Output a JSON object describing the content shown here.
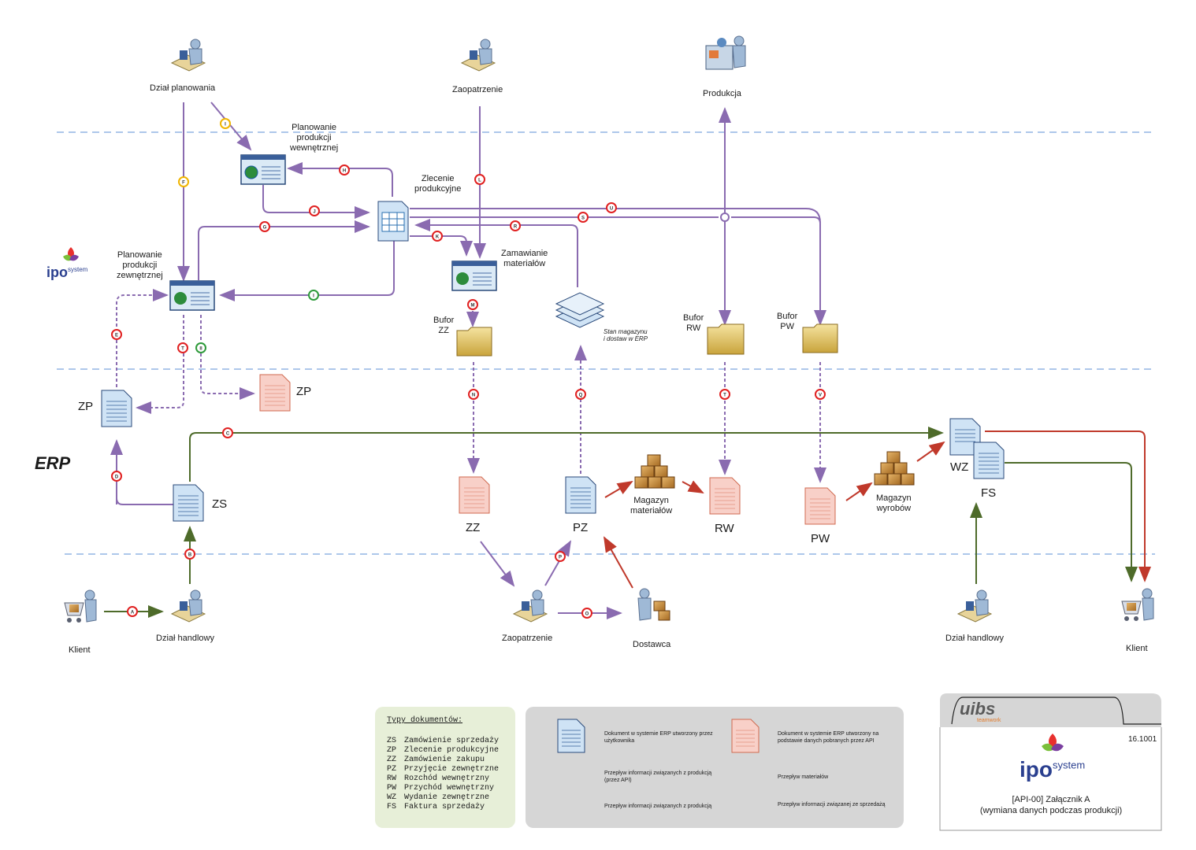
{
  "labels": {
    "dzial_planowania": "Dział planowania",
    "zaopatrzenie_top": "Zaopatrzenie",
    "produkcja": "Produkcja",
    "plan_wewn": [
      "Planowanie",
      "produkcji",
      "wewnętrznej"
    ],
    "plan_zewn": [
      "Planowanie",
      "produkcji",
      "zewnętrznej"
    ],
    "zlecenie": [
      "Zlecenie",
      "produkcyjne"
    ],
    "zamawianie": [
      "Zamawianie",
      "materiałów"
    ],
    "bufor_zz": [
      "Bufor",
      "ZZ"
    ],
    "bufor_rw": [
      "Bufor",
      "RW"
    ],
    "bufor_pw": [
      "Bufor",
      "PW"
    ],
    "stan_magazynu": [
      "Stan magazynu",
      "i dostaw w ERP"
    ],
    "erp": "ERP",
    "zp_left": "ZP",
    "zp_right": "ZP",
    "zs": "ZS",
    "zz": "ZZ",
    "pz": "PZ",
    "rw": "RW",
    "pw": "PW",
    "wz": "WZ",
    "fs": "FS",
    "magazyn_mat": [
      "Magazyn",
      "materiałów"
    ],
    "magazyn_wyr": [
      "Magazyn",
      "wyrobów"
    ],
    "klient_left": "Klient",
    "dzial_handlowy_left": "Dział handlowy",
    "zaopatrzenie_bottom": "Zaopatrzenie",
    "dostawca": "Dostawca",
    "dzial_handlowy_right": "Dział handlowy",
    "klient_right": "Klient",
    "iposystem": "ipo",
    "iposystem_sup": "system"
  },
  "markers": [
    "A",
    "B",
    "C",
    "D",
    "E",
    "F",
    "G",
    "H",
    "I",
    "J",
    "K",
    "L",
    "M",
    "N",
    "O",
    "P",
    "Q",
    "R",
    "S",
    "T",
    "T",
    "U",
    "V",
    "I",
    "II"
  ],
  "legend_types": {
    "title": "Typy dokumentów:",
    "rows": [
      {
        "code": "ZS",
        "name": "Zamówienie sprzedaży"
      },
      {
        "code": "ZP",
        "name": "Zlecenie produkcyjne"
      },
      {
        "code": "ZZ",
        "name": "Zamówienie zakupu"
      },
      {
        "code": "PZ",
        "name": "Przyjęcie zewnętrzne"
      },
      {
        "code": "RW",
        "name": "Rozchód wewnętrzny"
      },
      {
        "code": "PW",
        "name": "Przychód wewnętrzny"
      },
      {
        "code": "WZ",
        "name": "Wydanie zewnętrzne"
      },
      {
        "code": "FS",
        "name": "Faktura sprzedaży"
      }
    ]
  },
  "legend_main": {
    "doc_user": "Dokument w systemie ERP utworzony przez użytkownika",
    "doc_api": "Dokument w systemie ERP utworzony na podstawie danych pobranych przez API",
    "flow_api": "Przepływ informacji związanych z produkcją (przez API)",
    "flow_material": "Przepływ materiałów",
    "flow_prod": "Przepływ informacji związanych z produkcją",
    "flow_sales": "Przepływ informacji związanej ze sprzedażą"
  },
  "titlebox": {
    "brand": "uibs",
    "brand_sub": "teamwork",
    "version": "16.1001",
    "line1": "[API-00] Załącznik A",
    "line2": "(wymiana danych podczas produkcji)"
  },
  "colors": {
    "purple": "#8a6bb0",
    "green": "#4e6b2a",
    "red": "#c0392b",
    "marker_red": "#e02020",
    "marker_yellow": "#f0b400",
    "marker_green": "#2e9a3a",
    "doc_blue": "#cfe3f5",
    "doc_pink": "#f8d0c8",
    "dash": "#5b8fd6"
  }
}
